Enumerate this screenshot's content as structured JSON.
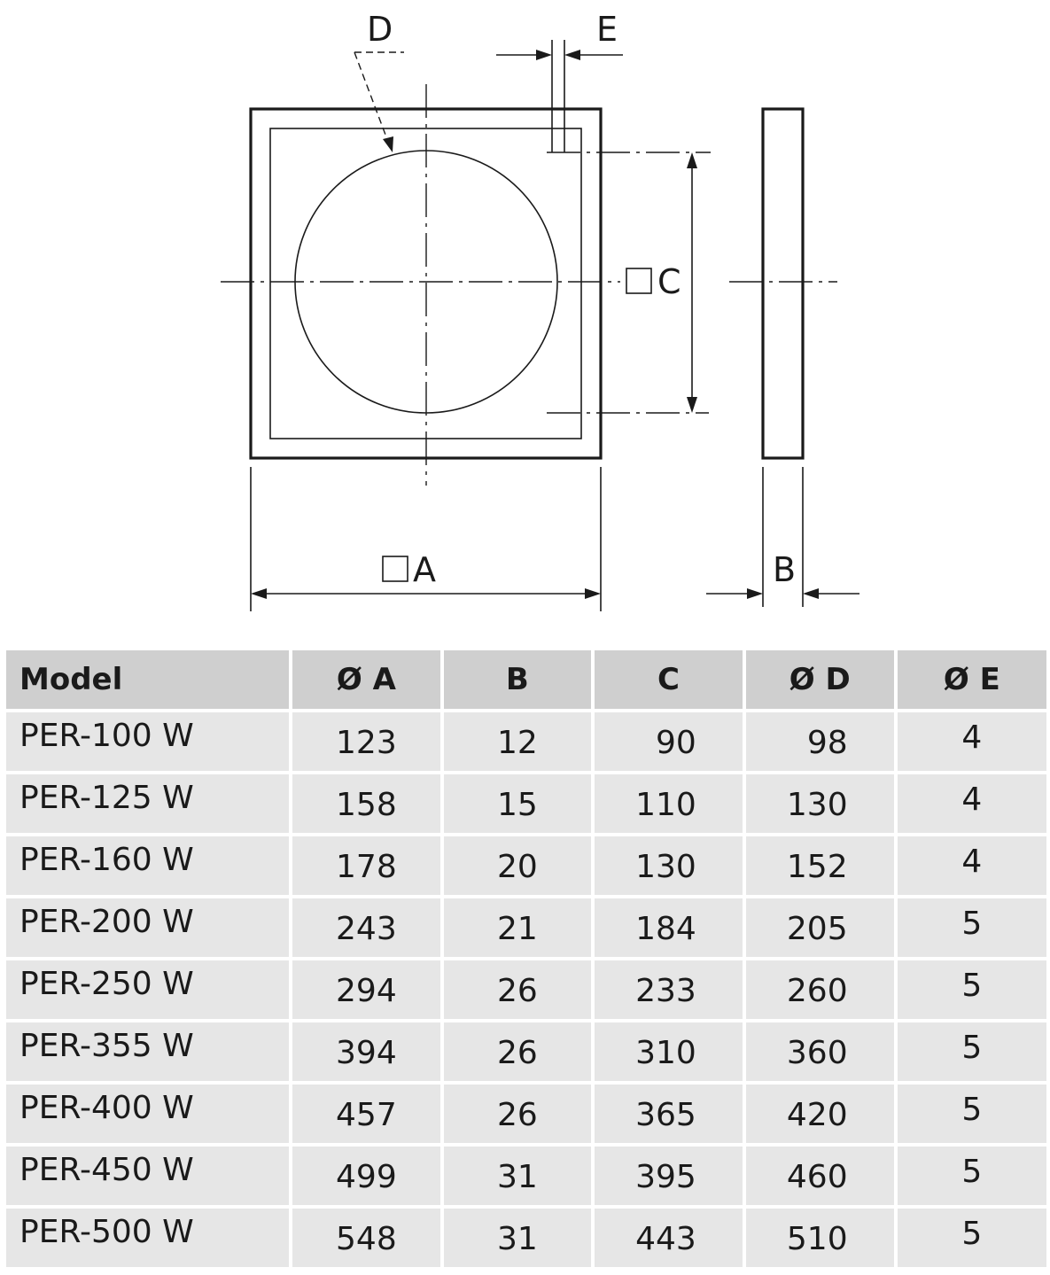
{
  "diagram": {
    "labels": {
      "D": "D",
      "E": "E",
      "C": "C",
      "A": "A",
      "B": "B"
    }
  },
  "table": {
    "headers": [
      "Model",
      "Ø A",
      "B",
      "C",
      "Ø D",
      "Ø E"
    ],
    "rows": [
      [
        "PER-100 W",
        "123",
        "12",
        "90",
        "98",
        "4"
      ],
      [
        "PER-125 W",
        "158",
        "15",
        "110",
        "130",
        "4"
      ],
      [
        "PER-160 W",
        "178",
        "20",
        "130",
        "152",
        "4"
      ],
      [
        "PER-200 W",
        "243",
        "21",
        "184",
        "205",
        "5"
      ],
      [
        "PER-250 W",
        "294",
        "26",
        "233",
        "260",
        "5"
      ],
      [
        "PER-355 W",
        "394",
        "26",
        "310",
        "360",
        "5"
      ],
      [
        "PER-400 W",
        "457",
        "26",
        "365",
        "420",
        "5"
      ],
      [
        "PER-450 W",
        "499",
        "31",
        "395",
        "460",
        "5"
      ],
      [
        "PER-500 W",
        "548",
        "31",
        "443",
        "510",
        "5"
      ]
    ]
  }
}
